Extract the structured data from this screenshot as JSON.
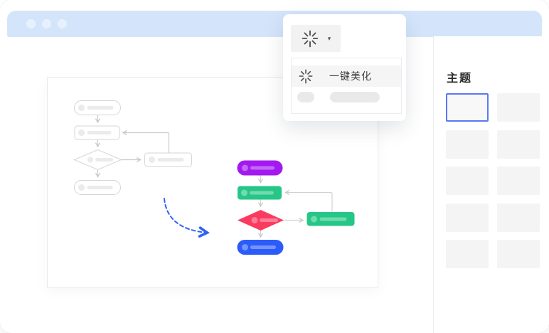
{
  "window": {
    "titlebar": {
      "dots": 3
    }
  },
  "popup": {
    "button": {
      "icon": "beautify-burst-icon",
      "caret": "▾"
    },
    "menu": {
      "item": {
        "icon": "beautify-burst-icon",
        "label": "一键美化"
      }
    }
  },
  "sidebar": {
    "title": "主题",
    "tiles": {
      "count": 10,
      "selected_index": 0
    }
  },
  "colors": {
    "titlebar_bg": "#D4E5FB",
    "titlebar_dot": "#E7F1FE",
    "node_purple": "#A21AF0",
    "node_green": "#26C687",
    "node_red": "#FA3A5E",
    "node_blue": "#2B5CFA",
    "node_inner_tint": "rgba(255,255,255,0.35)",
    "sketch_stroke": "#D5D5D5",
    "sketch_inner": "#EBEBEB",
    "connector": "#C9C9C9",
    "beautify_arrow": "#2F62F7",
    "selected_tile_border": "#5A78F6"
  },
  "diagram": {
    "before": {
      "style": "wireframe-placeholder",
      "nodes": [
        "stadium",
        "rect",
        "diamond",
        "rect",
        "stadium"
      ]
    },
    "after": {
      "style": "beautified-colored",
      "nodes": [
        {
          "shape": "stadium",
          "color": "node_purple"
        },
        {
          "shape": "rect",
          "color": "node_green"
        },
        {
          "shape": "diamond",
          "color": "node_red"
        },
        {
          "shape": "rect",
          "color": "node_green"
        },
        {
          "shape": "stadium",
          "color": "node_blue"
        }
      ]
    }
  }
}
